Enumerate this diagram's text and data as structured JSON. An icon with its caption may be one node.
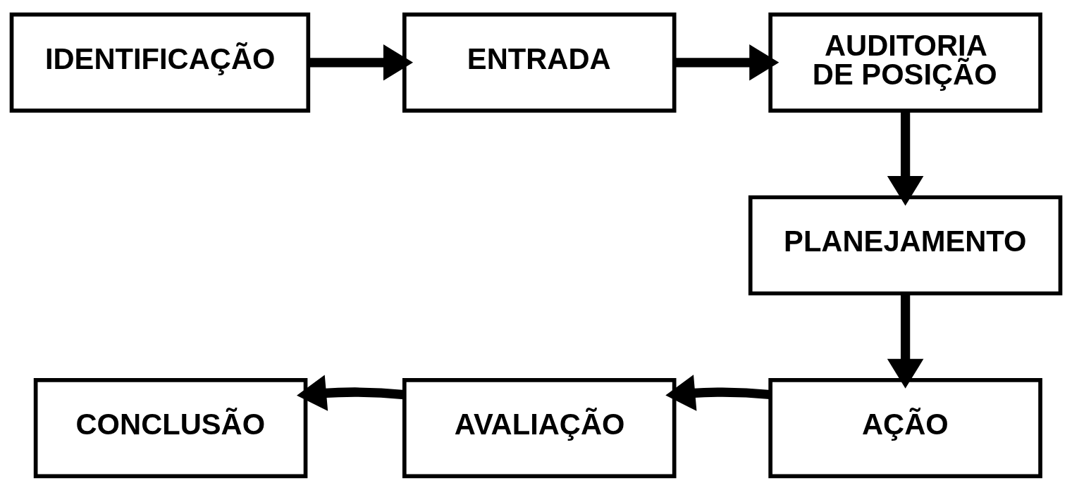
{
  "diagram": {
    "nodes": [
      {
        "text": [
          "IDENTIFICAÇÃO"
        ]
      },
      {
        "text": [
          "ENTRADA"
        ]
      },
      {
        "text": [
          "AUDITORIA DE POSIÇÃO"
        ]
      },
      {
        "text": [
          "PLANEJAMENTO"
        ]
      },
      {
        "text": [
          "AÇÃO"
        ]
      },
      {
        "text": [
          "AVALIAÇÃO"
        ]
      },
      {
        "text": [
          "CONCLUSÃO"
        ]
      }
    ],
    "edges": [
      {
        "from": 0,
        "to": 1,
        "arrow": "to"
      },
      {
        "from": 1,
        "to": 2,
        "arrow": "to"
      },
      {
        "from": 2,
        "to": 3,
        "arrow": "to"
      },
      {
        "from": 3,
        "to": 4,
        "arrow": "to"
      },
      {
        "from": 4,
        "to": 5,
        "arrow": "to"
      },
      {
        "from": 5,
        "to": 6,
        "arrow": "to"
      }
    ]
  }
}
